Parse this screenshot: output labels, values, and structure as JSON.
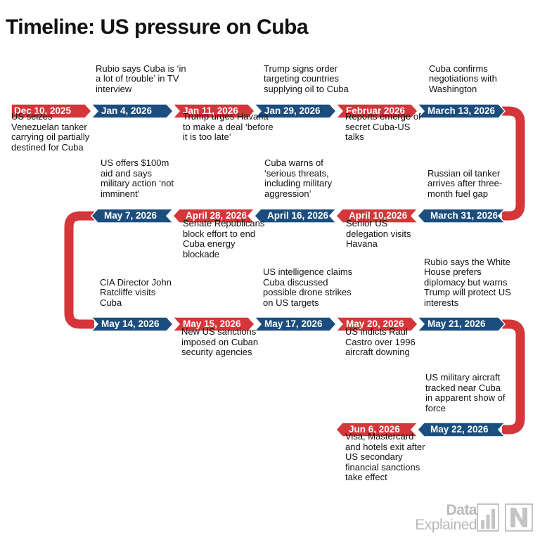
{
  "title": "Timeline: US pressure on Cuba",
  "colors": {
    "red": "#d4363a",
    "blue": "#1b4e7e",
    "logo_gray": "#c4c4c4"
  },
  "events": [
    {
      "date": "Dec 10, 2025",
      "text": "US seizes Venezuelan tanker carrying oil partially destined for Cuba",
      "color": "red"
    },
    {
      "date": "Jan 4, 2026",
      "text": "Rubio says Cuba is ‘in a lot of trouble’ in TV interview",
      "color": "blue"
    },
    {
      "date": "Jan 11, 2026",
      "text": "Trump urges Havana to make a deal ‘before it is too late’",
      "color": "red"
    },
    {
      "date": "Jan 29, 2026",
      "text": "Trump signs order targeting countries supplying oil to Cuba",
      "color": "blue"
    },
    {
      "date": "Februar 2026",
      "text": "Reports emerge of secret Cuba-US talks",
      "color": "red"
    },
    {
      "date": "March 13, 2026",
      "text": "Cuba confirms negotiations with Washington",
      "color": "blue"
    },
    {
      "date": "March 31, 2026",
      "text": "Russian oil tanker arrives after three-month fuel gap",
      "color": "blue"
    },
    {
      "date": "April 10,2026",
      "text": "Senior US delegation visits Havana",
      "color": "red"
    },
    {
      "date": "April 16, 2026",
      "text": "Cuba warns of ‘serious threats, including military aggression’",
      "color": "blue"
    },
    {
      "date": "April 28, 2026",
      "text": "Senate Republicans block effort to end Cuba energy blockade",
      "color": "red"
    },
    {
      "date": "May 7, 2026",
      "text": "US offers $100m aid and says military action ‘not imminent’",
      "color": "blue"
    },
    {
      "date": "May 14, 2026",
      "text": "CIA Director John Ratcliffe visits Cuba",
      "color": "blue"
    },
    {
      "date": "May 15, 2026",
      "text": "New US sanctions imposed on Cuban security agencies",
      "color": "red"
    },
    {
      "date": "May 17, 2026",
      "text": "US intelligence claims Cuba discussed possible drone strikes on US targets",
      "color": "blue"
    },
    {
      "date": "May 20, 2026",
      "text": "US indicts Raul Castro over 1996 aircraft downing",
      "color": "red"
    },
    {
      "date": "May 21, 2026",
      "text": "Rubio says the White House prefers diplomacy but warns Trump will protect US interests",
      "color": "blue"
    },
    {
      "date": "May 22, 2026",
      "text": "US military aircraft tracked near Cuba in apparent show of force",
      "color": "blue"
    },
    {
      "date": "Jun 6, 2026",
      "text": "Visa, Mastercard and hotels exit after US secondary financial sanctions take effect",
      "color": "red"
    }
  ],
  "logo": {
    "word1": "Data",
    "word2": "Explained",
    "mark_icon": "bar-chart-icon",
    "brand_icon": "n-logo-icon"
  }
}
